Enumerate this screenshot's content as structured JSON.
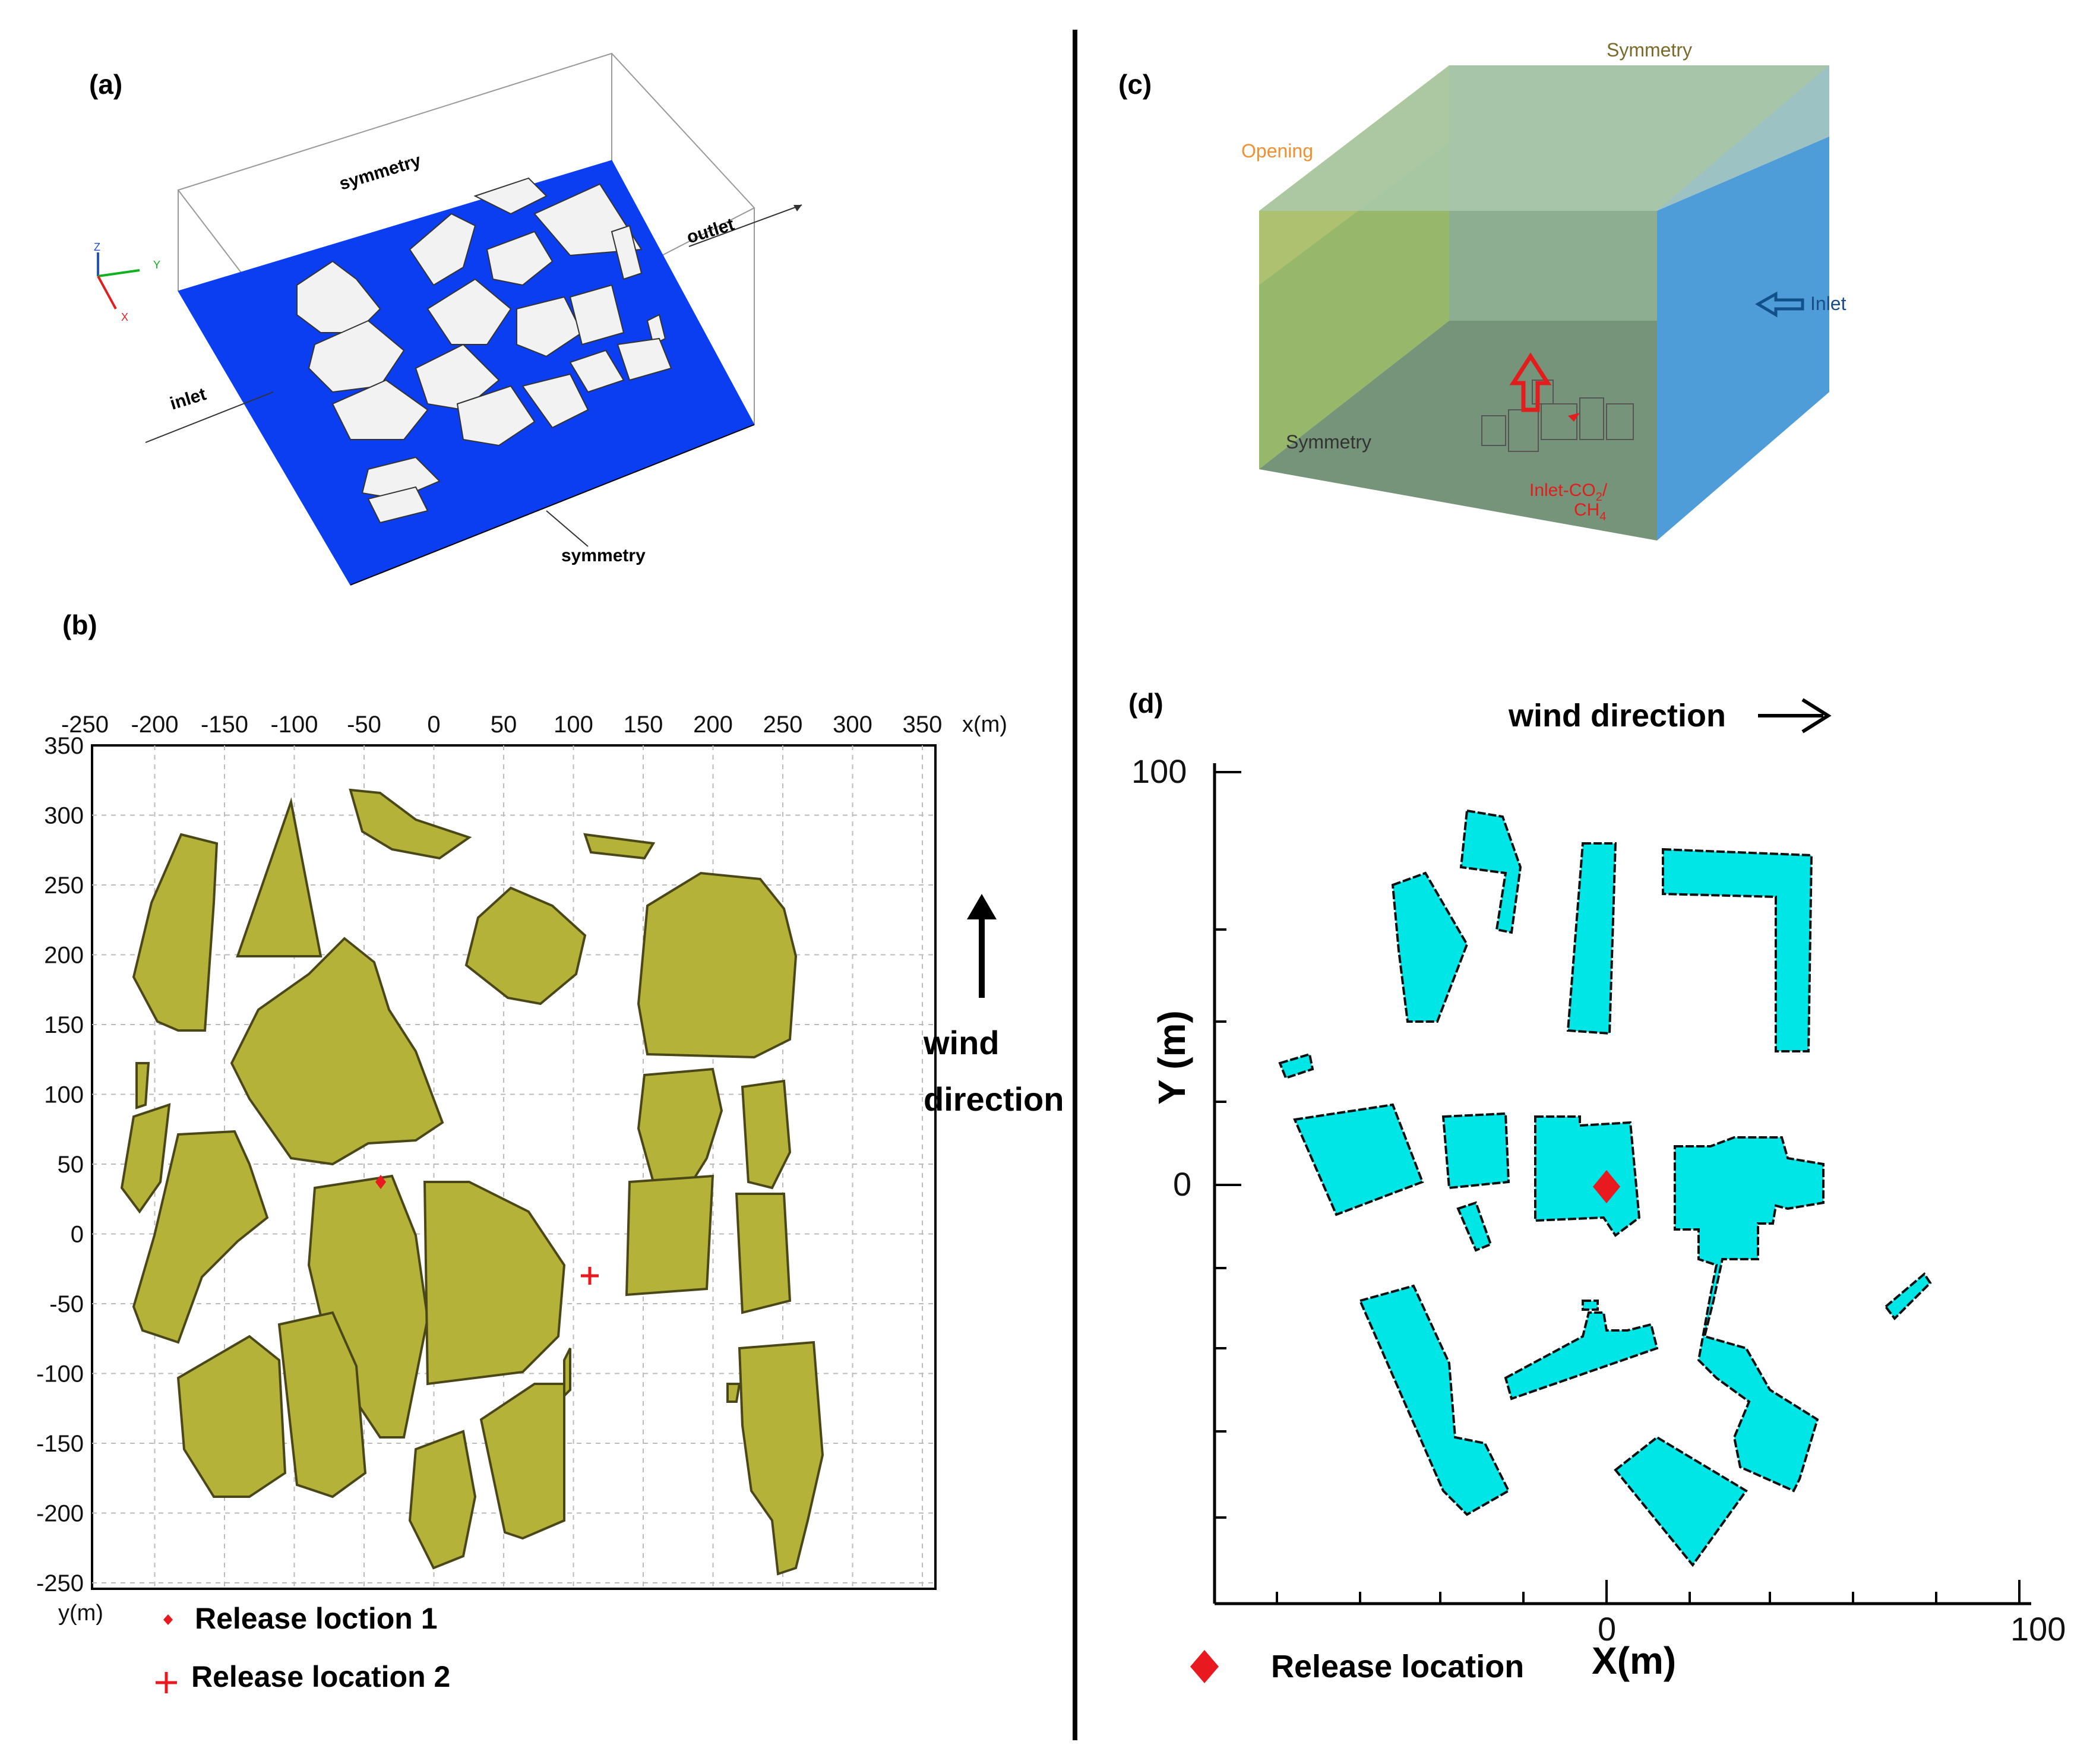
{
  "panel_a": {
    "label": "(a)",
    "top": "symmetry",
    "outlet": "outlet",
    "inlet": "inlet",
    "bottom": "symmetry",
    "axis_labels": [
      "Z",
      "Y",
      "X"
    ]
  },
  "panel_b": {
    "label": "(b)",
    "x_ticks": [
      "-250",
      "-200",
      "-150",
      "-100",
      "-50",
      "0",
      "50",
      "100",
      "150",
      "200",
      "250",
      "300",
      "350"
    ],
    "y_ticks": [
      "350",
      "300",
      "250",
      "200",
      "150",
      "100",
      "50",
      "0",
      "-50",
      "-100",
      "-150",
      "-200",
      "-250"
    ],
    "x_unit": "x(m)",
    "y_unit": "y(m)",
    "wind_line1": "wind",
    "wind_line2": "direction",
    "legend1": "Release loction 1",
    "legend2": "Release location 2",
    "colors": {
      "building": "#b5b23a",
      "marker": "#e8191f"
    }
  },
  "panel_c": {
    "label": "(c)",
    "symmetry_top": "Symmetry",
    "opening": "Opening",
    "inlet": "Inlet",
    "symmetry_bottom": "Symmetry",
    "inlet_gas_1": "Inlet-CO",
    "inlet_gas_1_sub": "2",
    "inlet_gas_1_suffix": "/",
    "inlet_gas_2": "CH",
    "inlet_gas_2_sub": "4"
  },
  "panel_d": {
    "label": "(d)",
    "wind": "wind direction",
    "y_tick_0": "0",
    "y_tick_100": "100",
    "x_tick_0": "0",
    "x_tick_100": "100",
    "ylabel": "Y (m)",
    "xlabel": "X(m)",
    "legend": "Release location",
    "colors": {
      "building": "#00e5e5",
      "marker": "#e8191f"
    }
  }
}
